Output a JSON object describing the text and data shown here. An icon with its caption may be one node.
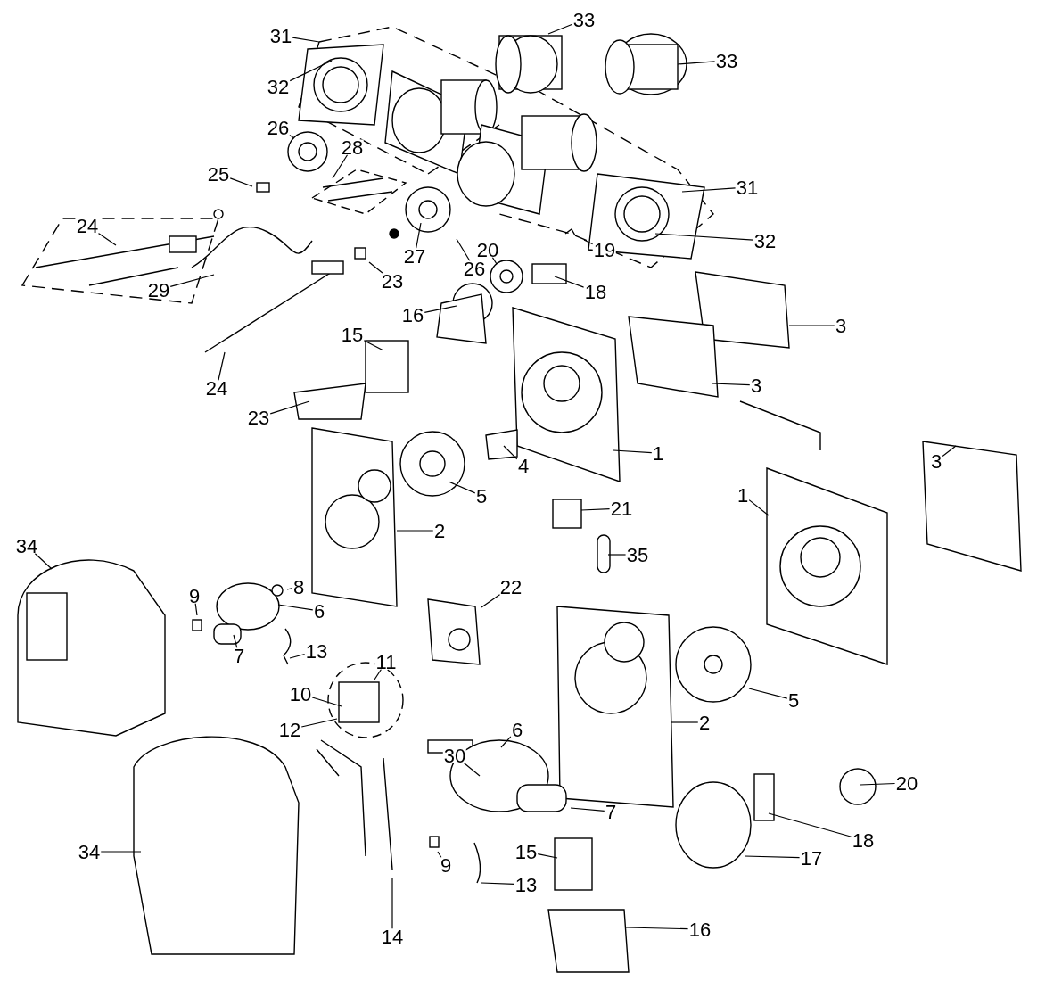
{
  "diagram": {
    "nodes": [
      {
        "text": [
          "31"
        ]
      },
      {
        "text": [
          "32"
        ]
      },
      {
        "text": [
          "33"
        ]
      },
      {
        "text": [
          "33"
        ]
      },
      {
        "text": [
          "26"
        ]
      },
      {
        "text": [
          "28"
        ]
      },
      {
        "text": [
          "25"
        ]
      },
      {
        "text": [
          "24"
        ]
      },
      {
        "text": [
          "29"
        ]
      },
      {
        "text": [
          "24"
        ]
      },
      {
        "text": [
          "23"
        ]
      },
      {
        "text": [
          "27"
        ]
      },
      {
        "text": [
          "26"
        ]
      },
      {
        "text": [
          "20"
        ]
      },
      {
        "text": [
          "19"
        ]
      },
      {
        "text": [
          "18"
        ]
      },
      {
        "text": [
          "31"
        ]
      },
      {
        "text": [
          "32"
        ]
      },
      {
        "text": [
          "16"
        ]
      },
      {
        "text": [
          "15"
        ]
      },
      {
        "text": [
          "3"
        ]
      },
      {
        "text": [
          "3"
        ]
      },
      {
        "text": [
          "23"
        ]
      },
      {
        "text": [
          "4"
        ]
      },
      {
        "text": [
          "1"
        ]
      },
      {
        "text": [
          "5"
        ]
      },
      {
        "text": [
          "2"
        ]
      },
      {
        "text": [
          "21"
        ]
      },
      {
        "text": [
          "35"
        ]
      },
      {
        "text": [
          "1"
        ]
      },
      {
        "text": [
          "3"
        ]
      },
      {
        "text": [
          "34"
        ]
      },
      {
        "text": [
          "9"
        ]
      },
      {
        "text": [
          "8"
        ]
      },
      {
        "text": [
          "6"
        ]
      },
      {
        "text": [
          "7"
        ]
      },
      {
        "text": [
          "13"
        ]
      },
      {
        "text": [
          "11"
        ]
      },
      {
        "text": [
          "10"
        ]
      },
      {
        "text": [
          "12"
        ]
      },
      {
        "text": [
          "22"
        ]
      },
      {
        "text": [
          "30"
        ]
      },
      {
        "text": [
          "6"
        ]
      },
      {
        "text": [
          "7"
        ]
      },
      {
        "text": [
          "5"
        ]
      },
      {
        "text": [
          "2"
        ]
      },
      {
        "text": [
          "20"
        ]
      },
      {
        "text": [
          "18"
        ]
      },
      {
        "text": [
          "17"
        ]
      },
      {
        "text": [
          "9"
        ]
      },
      {
        "text": [
          "15"
        ]
      },
      {
        "text": [
          "13"
        ]
      },
      {
        "text": [
          "14"
        ]
      },
      {
        "text": [
          "16"
        ]
      },
      {
        "text": [
          "34"
        ]
      }
    ],
    "edges": [
      {
        "from": 0,
        "to": null,
        "arrow": "none"
      },
      {
        "from": 1,
        "to": null,
        "arrow": "none"
      },
      {
        "from": 2,
        "to": null,
        "arrow": "none"
      },
      {
        "from": 3,
        "to": null,
        "arrow": "none"
      },
      {
        "from": 4,
        "to": null,
        "arrow": "none"
      },
      {
        "from": 5,
        "to": null,
        "arrow": "none"
      },
      {
        "from": 6,
        "to": null,
        "arrow": "none"
      },
      {
        "from": 7,
        "to": null,
        "arrow": "none"
      },
      {
        "from": 8,
        "to": null,
        "arrow": "none"
      },
      {
        "from": 9,
        "to": null,
        "arrow": "none"
      },
      {
        "from": 10,
        "to": null,
        "arrow": "none"
      },
      {
        "from": 11,
        "to": null,
        "arrow": "none"
      },
      {
        "from": 12,
        "to": null,
        "arrow": "none"
      },
      {
        "from": 13,
        "to": null,
        "arrow": "none"
      },
      {
        "from": 14,
        "to": null,
        "arrow": "none"
      },
      {
        "from": 15,
        "to": null,
        "arrow": "none"
      },
      {
        "from": 16,
        "to": null,
        "arrow": "none"
      },
      {
        "from": 17,
        "to": null,
        "arrow": "none"
      },
      {
        "from": 18,
        "to": null,
        "arrow": "none"
      },
      {
        "from": 19,
        "to": null,
        "arrow": "none"
      },
      {
        "from": 20,
        "to": null,
        "arrow": "none"
      },
      {
        "from": 21,
        "to": null,
        "arrow": "none"
      },
      {
        "from": 22,
        "to": null,
        "arrow": "none"
      },
      {
        "from": 23,
        "to": null,
        "arrow": "none"
      },
      {
        "from": 24,
        "to": null,
        "arrow": "none"
      },
      {
        "from": 25,
        "to": null,
        "arrow": "none"
      },
      {
        "from": 26,
        "to": null,
        "arrow": "none"
      },
      {
        "from": 27,
        "to": null,
        "arrow": "none"
      },
      {
        "from": 28,
        "to": null,
        "arrow": "none"
      },
      {
        "from": 29,
        "to": null,
        "arrow": "none"
      },
      {
        "from": 30,
        "to": null,
        "arrow": "none"
      },
      {
        "from": 31,
        "to": null,
        "arrow": "none"
      },
      {
        "from": 32,
        "to": null,
        "arrow": "none"
      },
      {
        "from": 33,
        "to": null,
        "arrow": "none"
      },
      {
        "from": 34,
        "to": null,
        "arrow": "none"
      },
      {
        "from": 35,
        "to": null,
        "arrow": "none"
      },
      {
        "from": 36,
        "to": null,
        "arrow": "none"
      },
      {
        "from": 37,
        "to": null,
        "arrow": "none"
      },
      {
        "from": 38,
        "to": null,
        "arrow": "none"
      },
      {
        "from": 39,
        "to": null,
        "arrow": "none"
      },
      {
        "from": 40,
        "to": null,
        "arrow": "none"
      },
      {
        "from": 41,
        "to": null,
        "arrow": "none"
      },
      {
        "from": 42,
        "to": null,
        "arrow": "none"
      },
      {
        "from": 43,
        "to": null,
        "arrow": "none"
      },
      {
        "from": 44,
        "to": null,
        "arrow": "none"
      },
      {
        "from": 45,
        "to": null,
        "arrow": "none"
      },
      {
        "from": 46,
        "to": null,
        "arrow": "none"
      },
      {
        "from": 47,
        "to": null,
        "arrow": "none"
      },
      {
        "from": 48,
        "to": null,
        "arrow": "none"
      },
      {
        "from": 49,
        "to": null,
        "arrow": "none"
      },
      {
        "from": 50,
        "to": null,
        "arrow": "none"
      },
      {
        "from": 51,
        "to": null,
        "arrow": "none"
      },
      {
        "from": 52,
        "to": null,
        "arrow": "none"
      },
      {
        "from": 53,
        "to": null,
        "arrow": "none"
      },
      {
        "from": 54,
        "to": null,
        "arrow": "none"
      }
    ]
  }
}
